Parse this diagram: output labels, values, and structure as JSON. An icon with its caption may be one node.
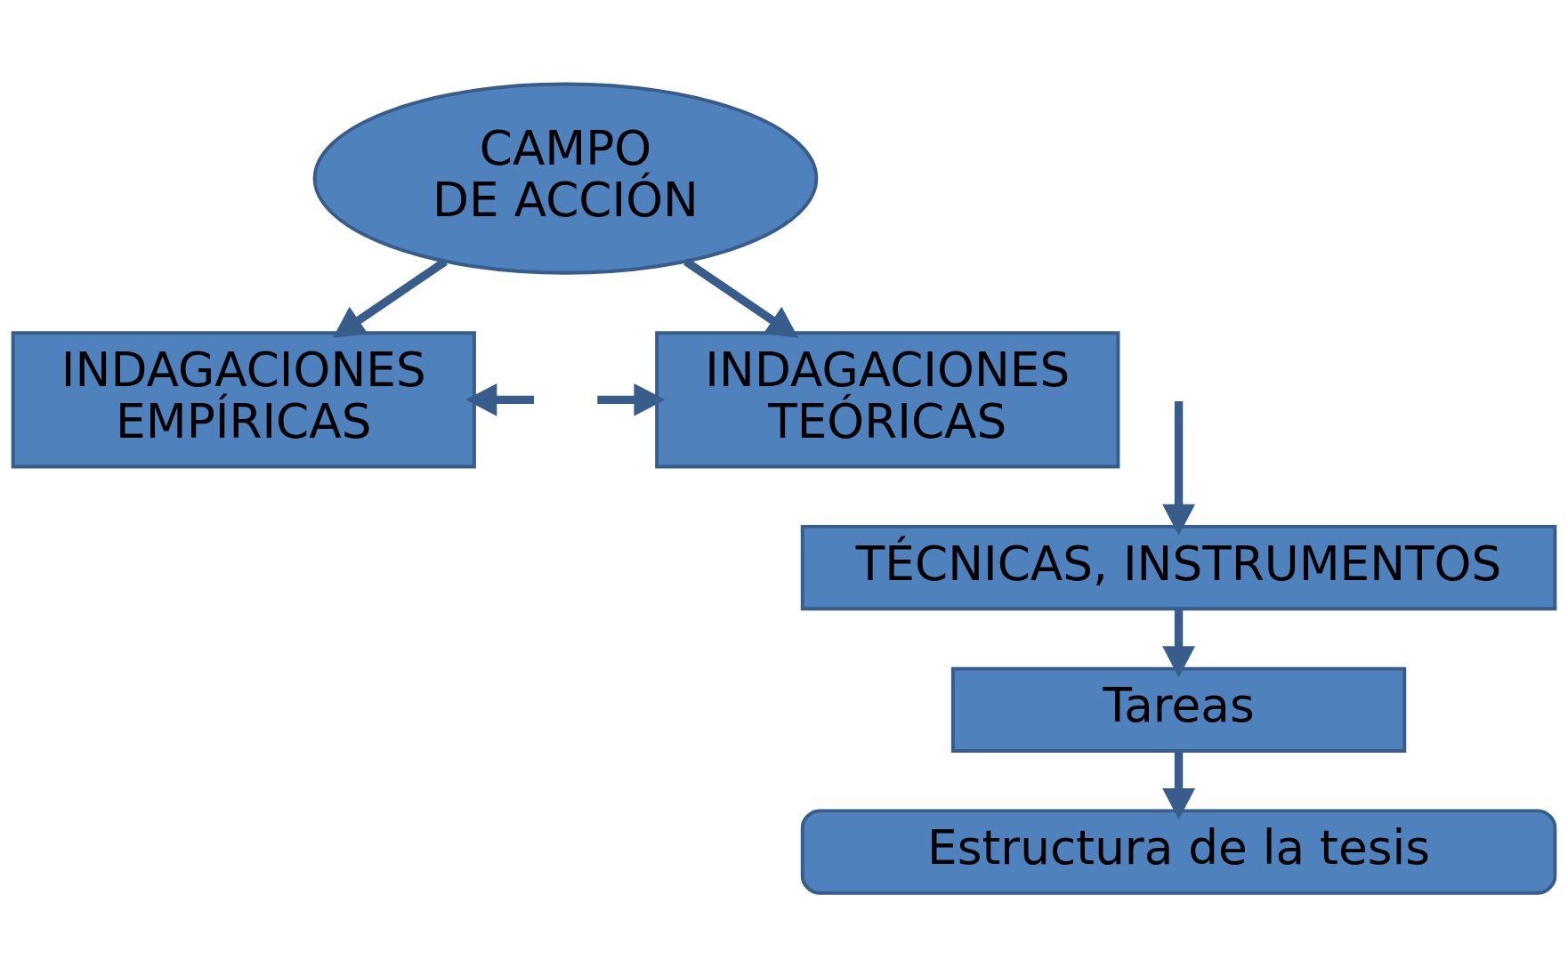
{
  "diagram": {
    "nodes": [
      {
        "text": [
          "CAMPO DE ACCIÓN"
        ]
      },
      {
        "text": [
          "INDAGACIONES EMPÍRICAS"
        ]
      },
      {
        "text": [
          "INDAGACIONES TEÓRICAS"
        ]
      },
      {
        "text": [
          "TÉCNICAS, INSTRUMENTOS"
        ]
      },
      {
        "text": [
          "Tareas"
        ]
      },
      {
        "text": [
          "Estructura de la tesis"
        ]
      }
    ],
    "edges": [
      {
        "from": 0,
        "to": 1,
        "arrow": "to"
      },
      {
        "from": 0,
        "to": 2,
        "arrow": "to"
      },
      {
        "from": null,
        "to": 1,
        "arrow": "to"
      },
      {
        "from": null,
        "to": 2,
        "arrow": "to"
      },
      {
        "from": null,
        "to": 3,
        "arrow": "to"
      },
      {
        "from": 3,
        "to": 4,
        "arrow": "to"
      },
      {
        "from": 4,
        "to": 5,
        "arrow": "to"
      }
    ]
  }
}
